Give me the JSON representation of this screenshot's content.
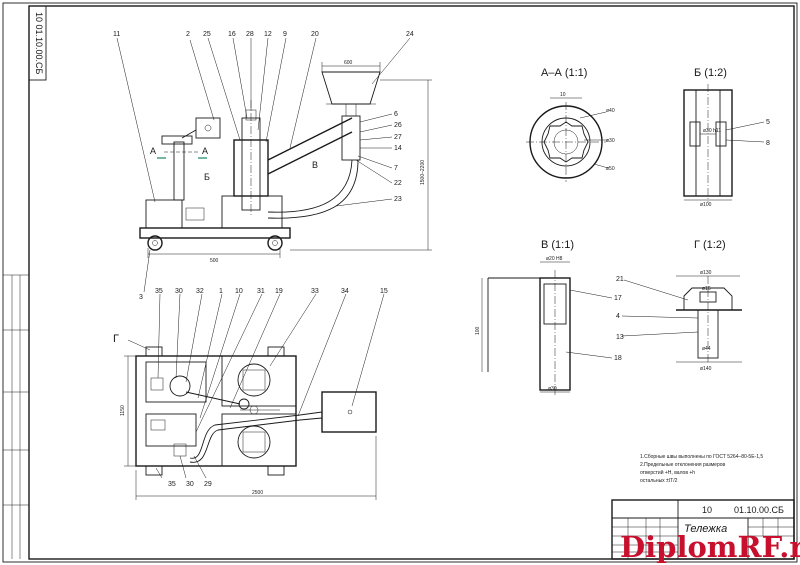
{
  "sheet": {
    "code_rotated": "10 01.10.00.СБ",
    "title_block": {
      "sheet_no": "10",
      "designation": "01.10.00.СБ",
      "title": "Тележка"
    },
    "notes": [
      "1.Сборные швы выполнены по ГОСТ 5264–80-5Е-1,5",
      "2.Предельные отклонения размеров",
      "отверстий  +Н, валов +h",
      "остальных ±IT/2"
    ]
  },
  "views": {
    "side": {
      "leaders": [
        "11",
        "2",
        "25",
        "16",
        "28",
        "12",
        "9",
        "20",
        "24",
        "6",
        "26",
        "27",
        "14",
        "7",
        "22",
        "23",
        "3"
      ],
      "section_marks": [
        "А",
        "А",
        "Б",
        "В"
      ],
      "dims": [
        "600",
        "500",
        "1500–2200"
      ]
    },
    "plan": {
      "leaders": [
        "35",
        "30",
        "32",
        "1",
        "10",
        "31",
        "19",
        "33",
        "34",
        "15",
        "35",
        "30",
        "29"
      ],
      "marker": "Г",
      "dims": [
        "1150",
        "2500"
      ]
    },
    "section_aa": {
      "title": "А–А (1:1)",
      "dims": [
        "10",
        "ø40",
        "ø30",
        "ø50"
      ]
    },
    "section_b": {
      "title": "Б (1:2)",
      "leaders": [
        "5",
        "8"
      ],
      "dims": [
        "ø30 h11",
        "ø100"
      ]
    },
    "section_v": {
      "title": "В (1:1)",
      "leaders": [
        "17",
        "18"
      ],
      "dims": [
        "ø20 H8",
        "100",
        "ø30"
      ]
    },
    "section_g": {
      "title": "Г (1:2)",
      "leaders": [
        "21",
        "4",
        "13"
      ],
      "dims": [
        "ø130",
        "ø16",
        "ø44",
        "ø140"
      ]
    }
  },
  "watermark": "DiplomRF.ru"
}
